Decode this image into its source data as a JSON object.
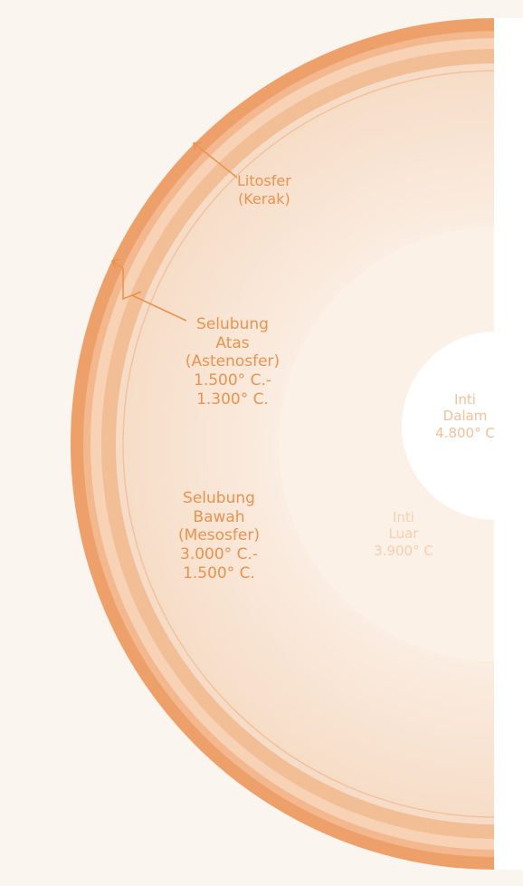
{
  "colors": {
    "background": "#fbf5ef",
    "crust_band": "#efa36a",
    "mantle_fill": "#f9e6d6",
    "outer_core_fill": "#fbeee3",
    "inner_core_fill": "#ffffff",
    "label_text": "#e9934f"
  },
  "labels": {
    "litosfer": [
      "Litosfer",
      "(Kerak)"
    ],
    "upper_mantle": [
      "Selubung",
      "Atas",
      "(Astenosfer)",
      "1.500° C.-",
      "1.300° C."
    ],
    "lower_mantle": [
      "Selubung",
      "Bawah",
      "(Mesosfer)",
      "3.000° C.-",
      "1.500° C."
    ],
    "outer_core": [
      "Inti",
      "Luar",
      "3.900° C"
    ],
    "inner_core": [
      "Inti",
      "Dalam",
      "4.800° C"
    ]
  }
}
